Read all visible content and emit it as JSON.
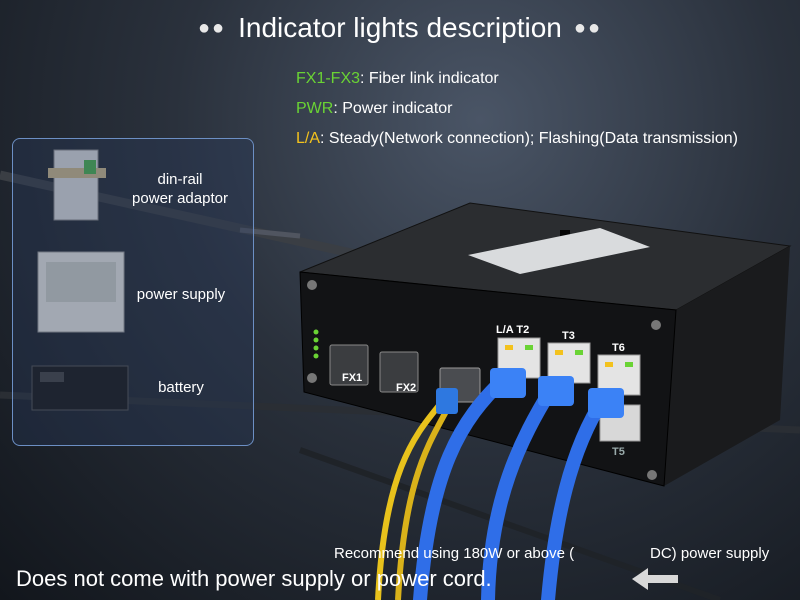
{
  "title": "Indicator lights description",
  "legend": [
    {
      "key": "FX1-FX3",
      "desc": ": Fiber link indicator",
      "color": "#6ad334"
    },
    {
      "key": "PWR",
      "desc": ": Power indicator",
      "color": "#6ad334"
    },
    {
      "key": "L/A",
      "desc": ": Steady(Network connection); Flashing(Data transmission)",
      "color": "#f3c21d"
    }
  ],
  "panel": {
    "items": [
      {
        "label_line1": "din-rail",
        "label_line2": "power adaptor"
      },
      {
        "label_line1": "power supply",
        "label_line2": ""
      },
      {
        "label_line1": "battery",
        "label_line2": ""
      }
    ]
  },
  "device": {
    "fiber_ports": [
      "FX1",
      "FX2"
    ],
    "rj45_ports": [
      "L/A T2",
      "T3",
      "T6"
    ],
    "lower_port": "T5"
  },
  "footer": {
    "note_left": "Recommend using 180W or above (",
    "note_right": "DC) power supply",
    "warning": "Does not come with power supply or power cord."
  },
  "colors": {
    "accent_green": "#6ad334",
    "accent_yellow": "#f3c21d",
    "cable_blue": "#2f6ee8",
    "fiber_yellow": "#e8c21c"
  }
}
